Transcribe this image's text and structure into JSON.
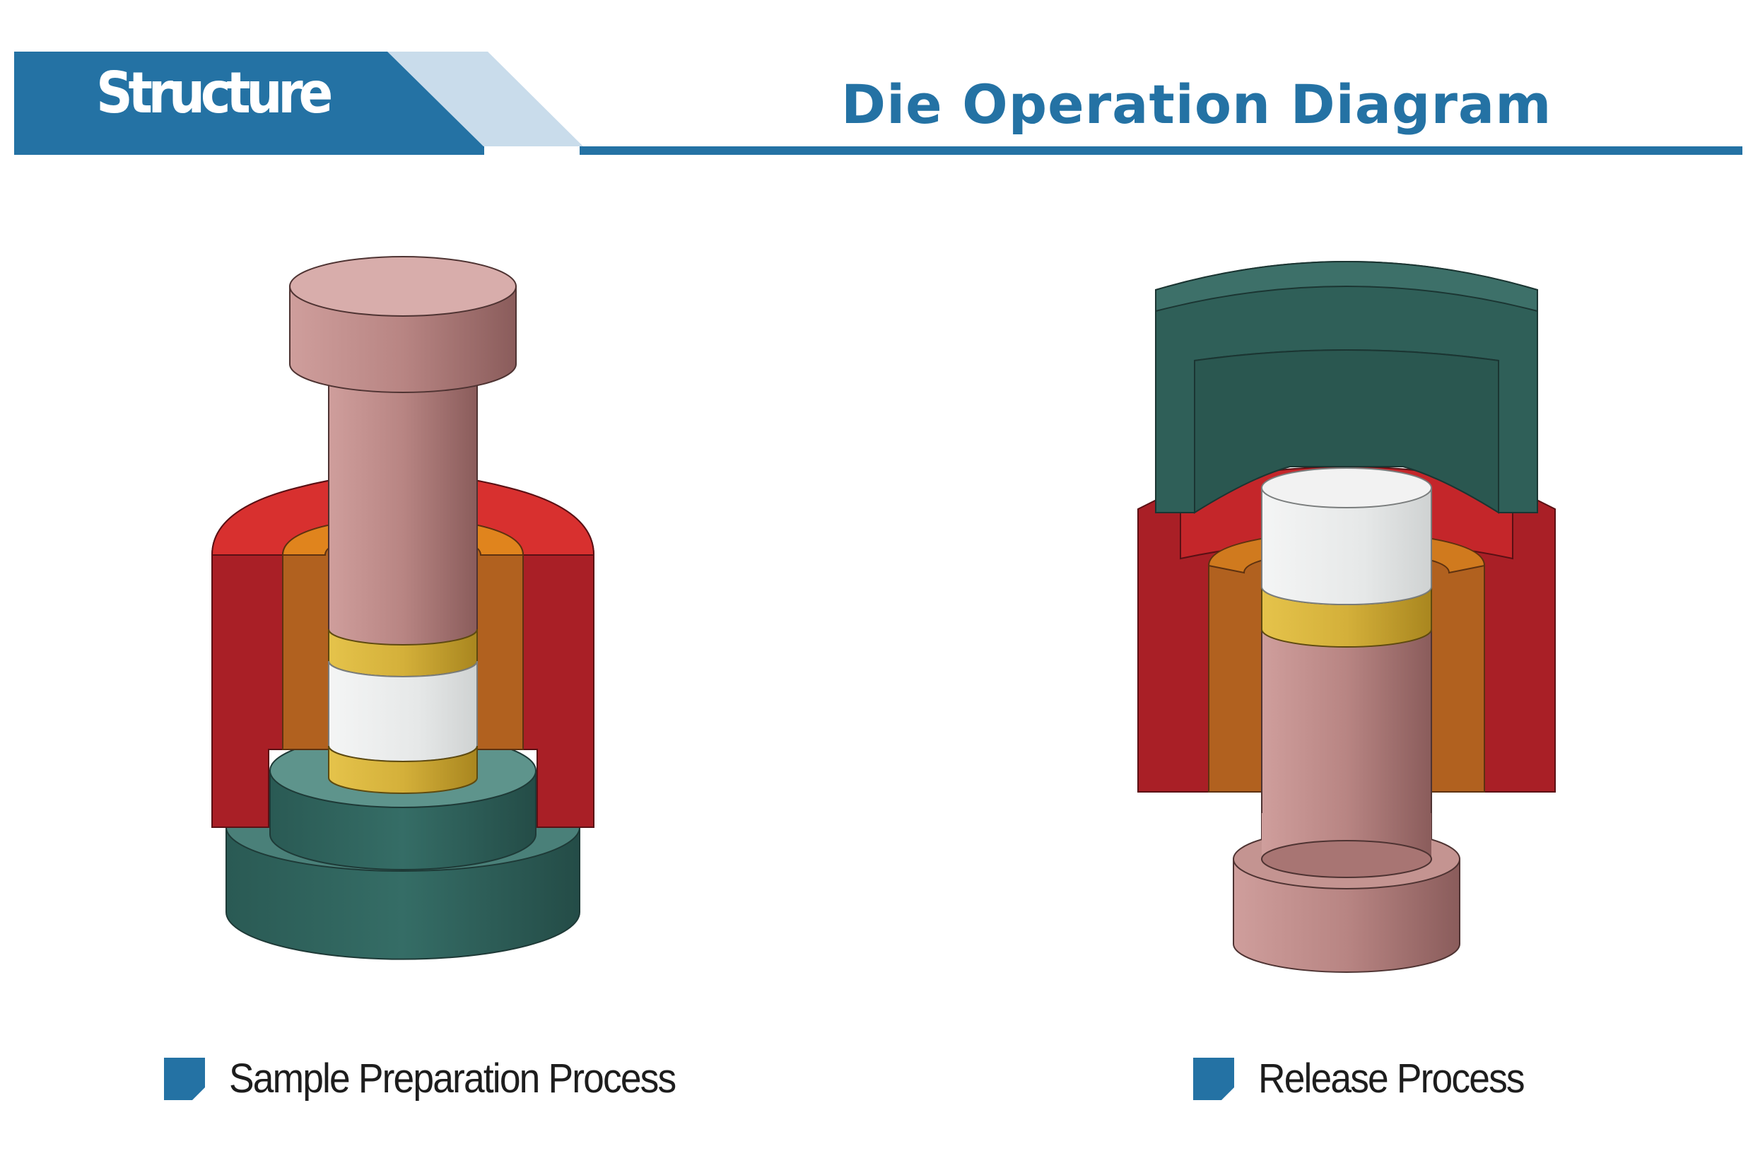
{
  "header": {
    "section_label": "Structure",
    "title": "Die Operation Diagram",
    "colors": {
      "primary": "#2472a4",
      "light": "#c9dceb"
    }
  },
  "figures": [
    {
      "id": "sample-preparation",
      "caption": "Sample Preparation Process"
    },
    {
      "id": "release",
      "caption": "Release Process"
    }
  ],
  "colors": {
    "punch": "#b98483",
    "outer_sleeve": "#a91f26",
    "inner_sleeve": "#b1611f",
    "gasket": "#d4b23a",
    "sample": "#eceeee",
    "base": "#2f6a62",
    "cap": "#2f5f58"
  }
}
